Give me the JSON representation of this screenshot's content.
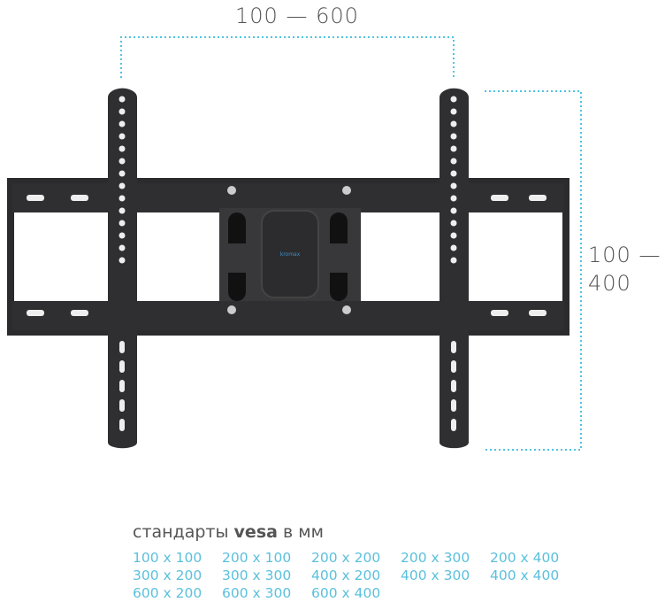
{
  "dimensions": {
    "width_label": "100 — 600",
    "height_label_line1": "100 —",
    "height_label_line2": "400"
  },
  "logo": "kromax",
  "caption": {
    "prefix": "стандарты",
    "brand": "vesa",
    "suffix": "в мм"
  },
  "vesa_sizes": [
    "100 x 100",
    "200 x 100",
    "200 x 200",
    "200 x 300",
    "200 x 400",
    "300 x 200",
    "300 x 300",
    "400 x 200",
    "400 x 300",
    "400 x 400",
    "600 x 200",
    "600 x 300",
    "600 x 400"
  ],
  "colors": {
    "accent": "#4fc3e0",
    "metal": "#2b2b2d"
  }
}
